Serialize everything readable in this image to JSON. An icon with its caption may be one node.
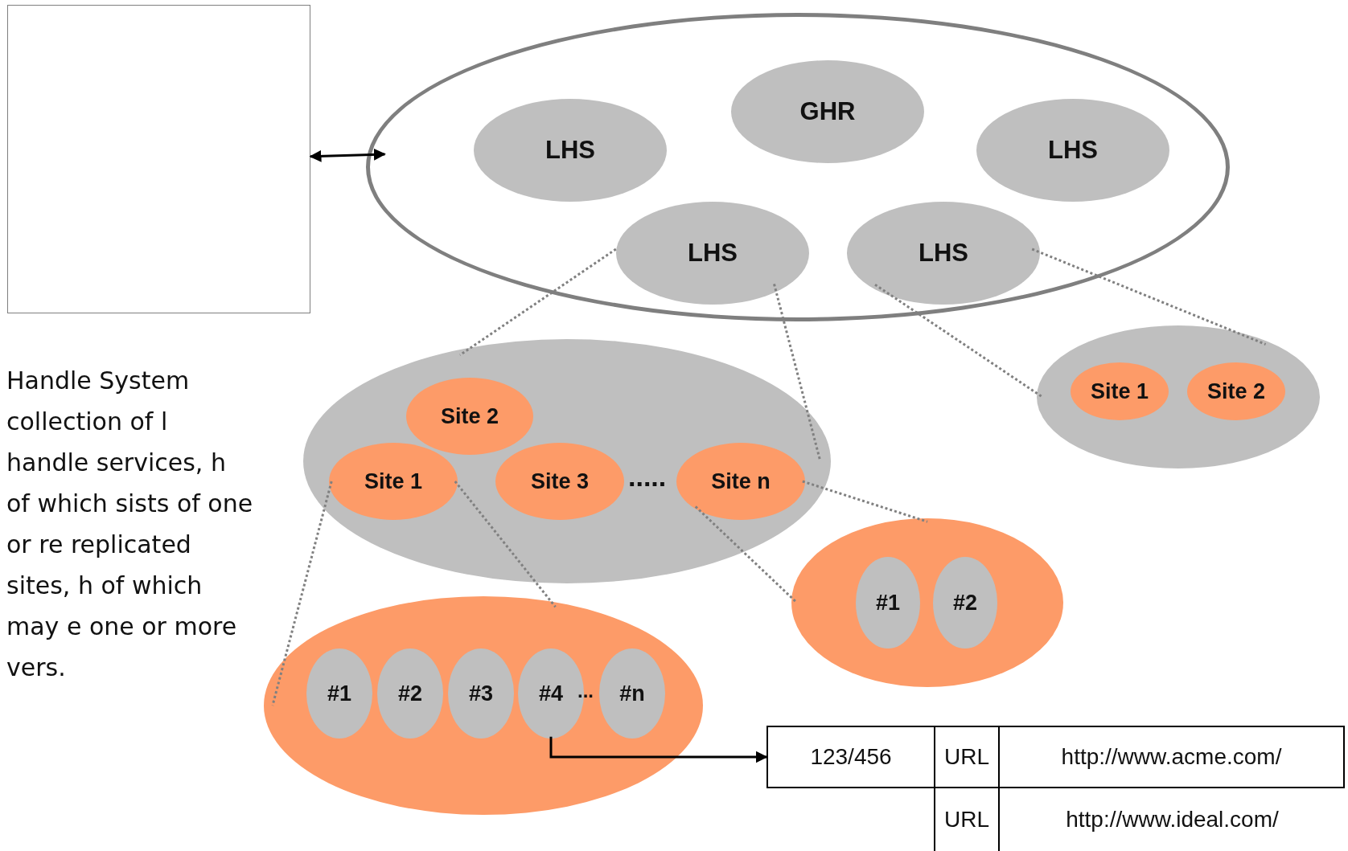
{
  "diagram": {
    "nodes": [
      {
        "text": [],
        "shape": "box"
      },
      {
        "text": [],
        "shape": "circle"
      },
      {
        "text": [
          "GHR"
        ],
        "in": 1
      },
      {
        "text": [
          "LHS"
        ],
        "in": 1
      },
      {
        "text": [
          "LHS"
        ],
        "in": 1
      },
      {
        "text": [
          "LHS"
        ],
        "in": 1
      },
      {
        "text": [
          "LHS"
        ],
        "in": 1
      },
      {
        "text": [],
        "shape": "circle"
      },
      {
        "text": [
          "Site 2"
        ],
        "in": 7
      },
      {
        "text": [
          "Site 1"
        ],
        "in": 7
      },
      {
        "text": [
          "Site 3"
        ],
        "in": 7
      },
      {
        "text": [
          "Site n"
        ],
        "in": 7
      },
      {
        "text": [],
        "shape": "circle"
      },
      {
        "text": [
          "Site 1"
        ],
        "in": 12
      },
      {
        "text": [
          "Site 2"
        ],
        "in": 12
      },
      {
        "text": [],
        "shape": "circle"
      },
      {
        "text": [
          "#1"
        ],
        "in": 15
      },
      {
        "text": [
          "#2"
        ],
        "in": 15
      },
      {
        "text": [],
        "shape": "circle"
      },
      {
        "text": [
          "#1"
        ],
        "in": 18
      },
      {
        "text": [
          "#2"
        ],
        "in": 18
      },
      {
        "text": [
          "#3"
        ],
        "in": 18
      },
      {
        "text": [
          "#4"
        ],
        "in": 18
      },
      {
        "text": [
          "#n"
        ],
        "in": 18
      },
      {
        "text": [
          "123/456"
        ]
      }
    ],
    "edges": [
      {
        "from": 0,
        "to": 1,
        "arrow": "both",
        "color": "#000000"
      },
      {
        "from": 5,
        "to": 7,
        "arrow": "none",
        "style": "dashed",
        "color": "#808080"
      },
      {
        "from": 5,
        "to": 7,
        "arrow": "none",
        "style": "dashed",
        "color": "#808080"
      },
      {
        "from": 6,
        "to": 12,
        "arrow": "none",
        "style": "dashed",
        "color": "#808080"
      },
      {
        "from": 6,
        "to": 12,
        "arrow": "none",
        "style": "dashed",
        "color": "#808080"
      },
      {
        "from": 9,
        "to": 18,
        "arrow": "none",
        "style": "dashed",
        "color": "#808080"
      },
      {
        "from": 9,
        "to": 18,
        "arrow": "none",
        "style": "dashed",
        "color": "#808080"
      },
      {
        "from": 11,
        "to": 15,
        "arrow": "none",
        "style": "dashed",
        "color": "#808080"
      },
      {
        "from": 11,
        "to": 15,
        "arrow": "none",
        "style": "dashed",
        "color": "#808080"
      },
      {
        "from": 22,
        "to": 24,
        "arrow": "to",
        "color": "#000000"
      }
    ],
    "labels": [
      "Handle System collection of l handle services, h of which sists of one or re replicated sites, h of which may e one or more vers.",
      ".....",
      "...",
      "URL",
      "http://www.acme.com/",
      "URL",
      "http://www.ideal.com/"
    ]
  }
}
